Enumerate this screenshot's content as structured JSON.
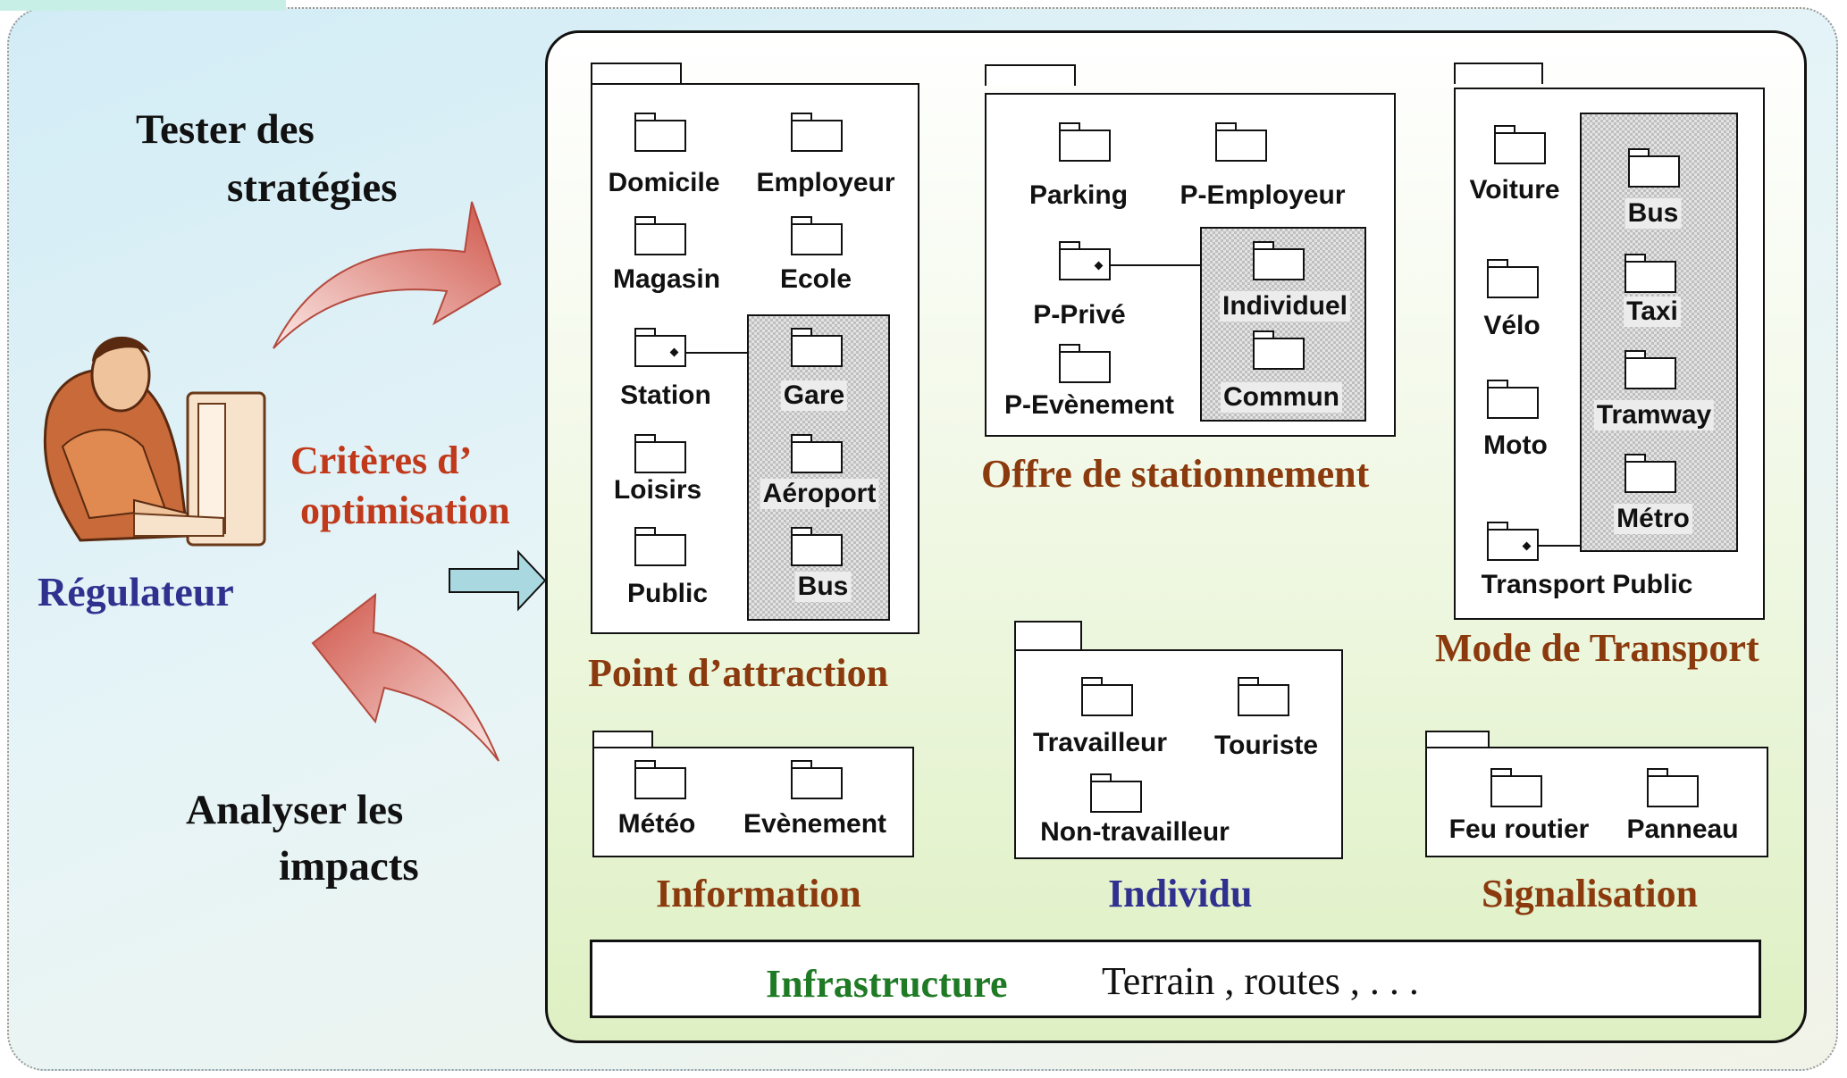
{
  "left": {
    "tester": [
      "Tester  des",
      "stratégies"
    ],
    "criteres": [
      "Critères  d’",
      "optimisation"
    ],
    "analyser": [
      "Analyser  les",
      "impacts"
    ],
    "regulateur": "Régulateur"
  },
  "packages": {
    "point_attraction": {
      "title": "Point  d’attraction",
      "items": [
        "Domicile",
        "Employeur",
        "Magasin",
        "Ecole",
        "Station",
        "Loisirs",
        "Public"
      ],
      "sub": [
        "Gare",
        "Aéroport",
        "Bus"
      ]
    },
    "offre_stationnement": {
      "title": "Offre de stationnement",
      "items": [
        "Parking",
        "P-Employeur",
        "P-Privé",
        "P-Evènement"
      ],
      "sub": [
        "Individuel",
        "Commun"
      ]
    },
    "mode_transport": {
      "title": "Mode de Transport",
      "items": [
        "Voiture",
        "Vélo",
        "Moto",
        "Transport Public"
      ],
      "sub": [
        "Bus",
        "Taxi",
        "Tramway",
        "Métro"
      ]
    },
    "information": {
      "title": "Information",
      "items": [
        "Météo",
        "Evènement"
      ]
    },
    "individu": {
      "title": "Individu",
      "items": [
        "Travailleur",
        "Touriste",
        "Non-travailleur"
      ]
    },
    "signalisation": {
      "title": "Signalisation",
      "items": [
        "Feu routier",
        "Panneau"
      ]
    },
    "infrastructure": {
      "title": "Infrastructure",
      "content": "Terrain ,  routes ,  . . ."
    }
  },
  "colors": {
    "red_text": "#c0391b",
    "brown_text": "#8b3a0e",
    "blue_text": "#30308f",
    "green_text": "#1e7a24",
    "arrow_red": "#d05a4a",
    "arrow_blue": "#a9d8e0"
  },
  "icons": [
    "package-icon",
    "person-at-computer-icon",
    "curved-arrow-icon",
    "block-arrow-icon"
  ]
}
